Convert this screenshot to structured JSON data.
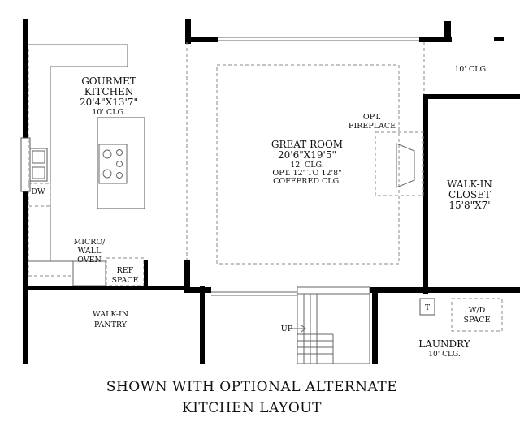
{
  "rooms": {
    "kitchen": {
      "name_line1": "GOURMET",
      "name_line2": "KITCHEN",
      "size": "20'4\"X13'7\"",
      "ceiling": "10' CLG."
    },
    "great_room": {
      "name": "GREAT ROOM",
      "size": "20'6\"X19'5\"",
      "ceiling": "12' CLG.",
      "option_line1": "OPT. 12' TO 12'8\"",
      "option_line2": "COFFERED CLG."
    },
    "fireplace": {
      "line1": "OPT.",
      "line2": "FIREPLACE"
    },
    "upper_right": {
      "ceiling": "10' CLG."
    },
    "closet": {
      "name_line1": "WALK-IN",
      "name_line2": "CLOSET",
      "size": "15'8\"X7'"
    },
    "dishwasher": {
      "label": "DW"
    },
    "micro": {
      "line1": "MICRO/",
      "line2": "WALL",
      "line3": "OVEN"
    },
    "ref": {
      "line1": "REF",
      "line2": "SPACE"
    },
    "pantry": {
      "line1": "WALK-IN",
      "line2": "PANTRY"
    },
    "stair": {
      "label": "UP"
    },
    "thermostat": {
      "label": "T"
    },
    "washer_dryer": {
      "line1": "W/D",
      "line2": "SPACE"
    },
    "laundry": {
      "name": "LAUNDRY",
      "ceiling": "10' CLG."
    }
  },
  "caption": {
    "line1": "SHOWN WITH OPTIONAL ALTERNATE",
    "line2": "KITCHEN LAYOUT"
  }
}
